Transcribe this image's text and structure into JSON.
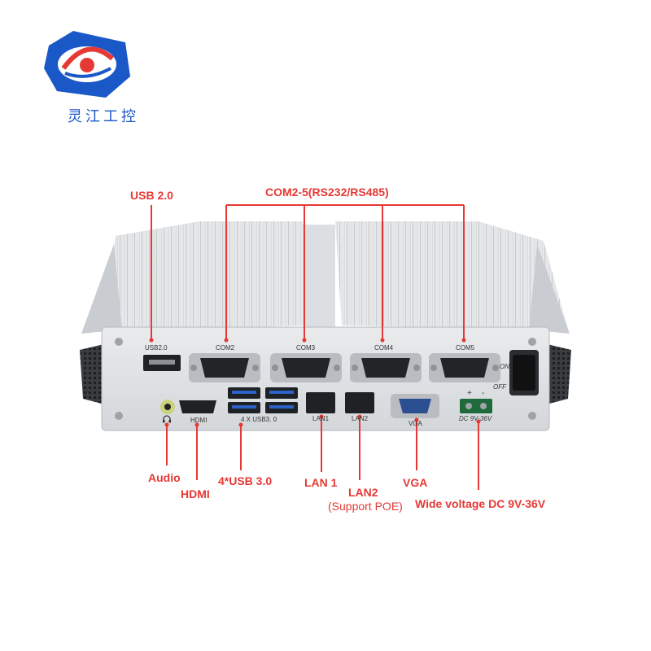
{
  "brand": {
    "name": "灵江工控",
    "logo_icon": "brand-logo-icon",
    "colors": {
      "logo_blue": "#1a58c7",
      "logo_red": "#e53935"
    }
  },
  "callouts": {
    "usb20": "USB 2.0",
    "com": "COM2-5(RS232/RS485)",
    "audio": "Audio",
    "hdmi": "HDMI",
    "usb30": "4*USB 3.0",
    "lan1": "LAN 1",
    "lan2_title": "LAN2",
    "lan2_note": "(Support POE)",
    "vga": "VGA",
    "power": "Wide voltage DC 9V-36V"
  },
  "panel": {
    "usb20": "USB2.0",
    "com2": "COM2",
    "com3": "COM3",
    "com4": "COM4",
    "com5": "COM5",
    "hdmi": "HDMI",
    "usb30": "4 X USB3. 0",
    "lan1": "LAN1",
    "lan2": "LAN2",
    "vga": "VGA",
    "dc": "DC 9V-36V",
    "plus": "+",
    "minus": "-",
    "on": "ON",
    "off": "OFF"
  },
  "accent_color": "#e53935"
}
